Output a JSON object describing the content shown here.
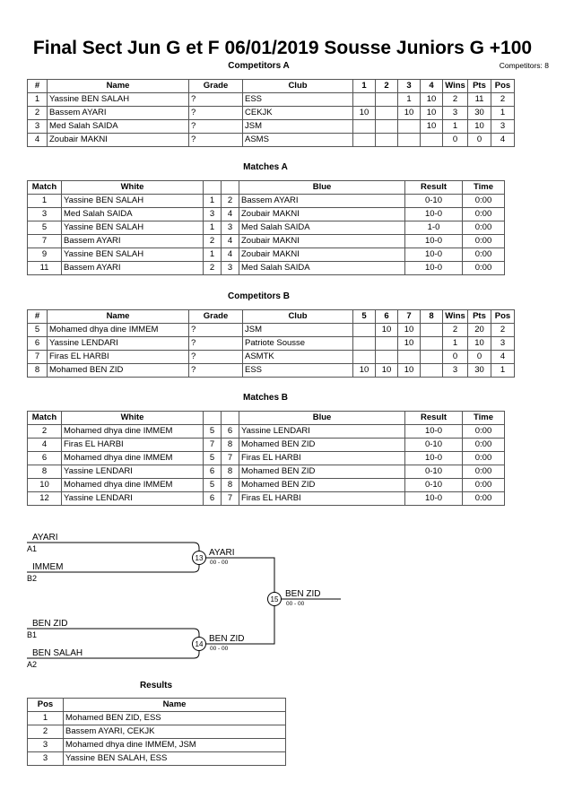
{
  "header": {
    "title": "Final Sect Jun G et F  06/01/2019  Sousse   Juniors G +100",
    "competitors_label": "Competitors: 8"
  },
  "sections": {
    "competitors_a": "Competitors A",
    "matches_a": "Matches A",
    "competitors_b": "Competitors B",
    "matches_b": "Matches B",
    "results": "Results"
  },
  "competitors_table": {
    "headers": {
      "num": "#",
      "name": "Name",
      "grade": "Grade",
      "club": "Club",
      "wins": "Wins",
      "pts": "Pts",
      "pos": "Pos"
    }
  },
  "matches_table": {
    "headers": {
      "match": "Match",
      "white": "White",
      "blue": "Blue",
      "result": "Result",
      "time": "Time"
    }
  },
  "results_table": {
    "headers": {
      "pos": "Pos",
      "name": "Name"
    }
  },
  "pool_a": {
    "score_headers": [
      "1",
      "2",
      "3",
      "4"
    ],
    "rows": [
      {
        "num": "1",
        "name": "Yassine BEN SALAH",
        "grade": "?",
        "club": "ESS",
        "scores": [
          "",
          "",
          "1",
          "10"
        ],
        "wins": "2",
        "pts": "11",
        "pos": "2"
      },
      {
        "num": "2",
        "name": "Bassem AYARI",
        "grade": "?",
        "club": "CEKJK",
        "scores": [
          "10",
          "",
          "10",
          "10"
        ],
        "wins": "3",
        "pts": "30",
        "pos": "1"
      },
      {
        "num": "3",
        "name": "Med Salah SAIDA",
        "grade": "?",
        "club": "JSM",
        "scores": [
          "",
          "",
          "",
          "10"
        ],
        "wins": "1",
        "pts": "10",
        "pos": "3"
      },
      {
        "num": "4",
        "name": "Zoubair MAKNI",
        "grade": "?",
        "club": "ASMS",
        "scores": [
          "",
          "",
          "",
          ""
        ],
        "wins": "0",
        "pts": "0",
        "pos": "4"
      }
    ]
  },
  "pool_b": {
    "score_headers": [
      "5",
      "6",
      "7",
      "8"
    ],
    "rows": [
      {
        "num": "5",
        "name": "Mohamed dhya dine IMMEM",
        "grade": "?",
        "club": "JSM",
        "scores": [
          "",
          "10",
          "10",
          ""
        ],
        "wins": "2",
        "pts": "20",
        "pos": "2"
      },
      {
        "num": "6",
        "name": "Yassine LENDARI",
        "grade": "?",
        "club": "Patriote Sousse",
        "scores": [
          "",
          "",
          "10",
          ""
        ],
        "wins": "1",
        "pts": "10",
        "pos": "3"
      },
      {
        "num": "7",
        "name": "Firas EL HARBI",
        "grade": "?",
        "club": "ASMTK",
        "scores": [
          "",
          "",
          "",
          ""
        ],
        "wins": "0",
        "pts": "0",
        "pos": "4"
      },
      {
        "num": "8",
        "name": "Mohamed BEN ZID",
        "grade": "?",
        "club": "ESS",
        "scores": [
          "10",
          "10",
          "10",
          ""
        ],
        "wins": "3",
        "pts": "30",
        "pos": "1"
      }
    ]
  },
  "matches_a": {
    "rows": [
      {
        "match": "1",
        "white": "Yassine BEN SALAH",
        "white_num": "1",
        "blue_num": "2",
        "blue": "Bassem AYARI",
        "result": "0-10",
        "time": "0:00"
      },
      {
        "match": "3",
        "white": "Med Salah SAIDA",
        "white_num": "3",
        "blue_num": "4",
        "blue": "Zoubair MAKNI",
        "result": "10-0",
        "time": "0:00"
      },
      {
        "match": "5",
        "white": "Yassine BEN SALAH",
        "white_num": "1",
        "blue_num": "3",
        "blue": "Med Salah SAIDA",
        "result": "1-0",
        "time": "0:00"
      },
      {
        "match": "7",
        "white": "Bassem AYARI",
        "white_num": "2",
        "blue_num": "4",
        "blue": "Zoubair MAKNI",
        "result": "10-0",
        "time": "0:00"
      },
      {
        "match": "9",
        "white": "Yassine BEN SALAH",
        "white_num": "1",
        "blue_num": "4",
        "blue": "Zoubair MAKNI",
        "result": "10-0",
        "time": "0:00"
      },
      {
        "match": "11",
        "white": "Bassem AYARI",
        "white_num": "2",
        "blue_num": "3",
        "blue": "Med Salah SAIDA",
        "result": "10-0",
        "time": "0:00"
      }
    ]
  },
  "matches_b": {
    "rows": [
      {
        "match": "2",
        "white": "Mohamed dhya dine IMMEM",
        "white_num": "5",
        "blue_num": "6",
        "blue": "Yassine LENDARI",
        "result": "10-0",
        "time": "0:00"
      },
      {
        "match": "4",
        "white": "Firas EL HARBI",
        "white_num": "7",
        "blue_num": "8",
        "blue": "Mohamed BEN ZID",
        "result": "0-10",
        "time": "0:00"
      },
      {
        "match": "6",
        "white": "Mohamed dhya dine IMMEM",
        "white_num": "5",
        "blue_num": "7",
        "blue": "Firas EL HARBI",
        "result": "10-0",
        "time": "0:00"
      },
      {
        "match": "8",
        "white": "Yassine LENDARI",
        "white_num": "6",
        "blue_num": "8",
        "blue": "Mohamed BEN ZID",
        "result": "0-10",
        "time": "0:00"
      },
      {
        "match": "10",
        "white": "Mohamed dhya dine IMMEM",
        "white_num": "5",
        "blue_num": "8",
        "blue": "Mohamed BEN ZID",
        "result": "0-10",
        "time": "0:00"
      },
      {
        "match": "12",
        "white": "Yassine LENDARI",
        "white_num": "6",
        "blue_num": "7",
        "blue": "Firas EL HARBI",
        "result": "10-0",
        "time": "0:00"
      }
    ]
  },
  "bracket": {
    "entrants": [
      {
        "name": "AYARI",
        "seed": "A1"
      },
      {
        "name": "IMMEM",
        "seed": "B2"
      },
      {
        "name": "BEN ZID",
        "seed": "B1"
      },
      {
        "name": "BEN SALAH",
        "seed": "A2"
      }
    ],
    "semi_finals": [
      {
        "match_no": "13",
        "winner": "AYARI",
        "score": "00 - 00"
      },
      {
        "match_no": "14",
        "winner": "BEN ZID",
        "score": "00 - 00"
      }
    ],
    "final": {
      "match_no": "15",
      "winner": "BEN ZID",
      "score": "00 - 00"
    }
  },
  "results": {
    "rows": [
      {
        "pos": "1",
        "name": "Mohamed BEN ZID, ESS"
      },
      {
        "pos": "2",
        "name": "Bassem AYARI, CEKJK"
      },
      {
        "pos": "3",
        "name": "Mohamed dhya dine IMMEM, JSM"
      },
      {
        "pos": "3",
        "name": "Yassine BEN SALAH, ESS"
      }
    ]
  }
}
